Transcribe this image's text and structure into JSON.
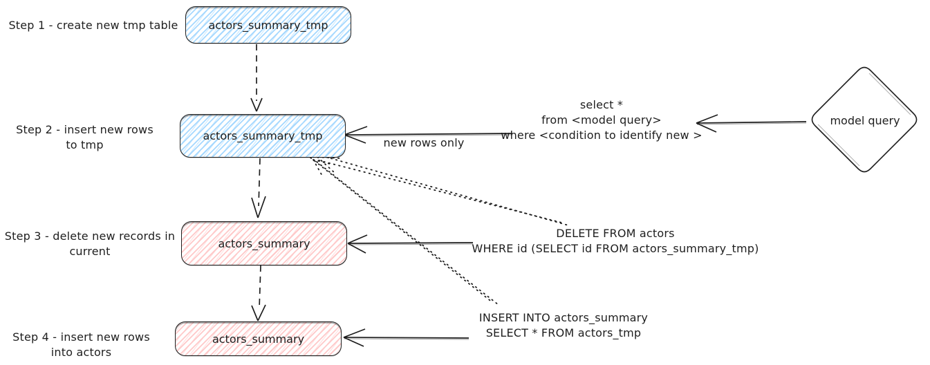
{
  "colors": {
    "stroke": "#1e1e1e",
    "blue_fill": "#a5d8ff",
    "red_fill": "#ffc9c9",
    "canvas_bg": "#ffffff"
  },
  "steps": [
    {
      "label": "Step 1 - create new tmp table",
      "node": "actors_summary_tmp",
      "node_color": "blue"
    },
    {
      "label": "Step 2 - insert new rows\nto tmp",
      "node": "actors_summary_tmp",
      "node_color": "blue"
    },
    {
      "label": "Step 3 - delete new records in\ncurrent",
      "node": "actors_summary",
      "node_color": "red"
    },
    {
      "label": "Step 4 - insert new rows\ninto actors",
      "node": "actors_summary",
      "node_color": "red"
    }
  ],
  "annotations": {
    "model_query_sql": "select *\nfrom <model query>\nwhere <condition to identify new >",
    "new_rows_label": "new rows only",
    "delete_sql": "DELETE FROM actors\nWHERE id (SELECT id FROM actors_summary_tmp)",
    "insert_sql": "INSERT INTO actors_summary\nSELECT * FROM actors_tmp"
  },
  "shapes": {
    "model_query_diamond": "model query"
  }
}
